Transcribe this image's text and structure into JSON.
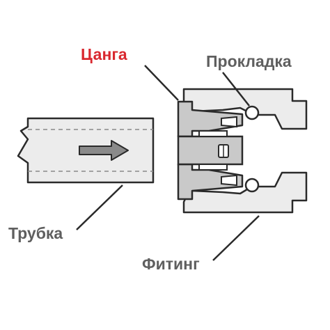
{
  "labels": {
    "collet": "Цанга",
    "gasket": "Прокладка",
    "tube": "Трубка",
    "fitting": "Фитинг"
  },
  "colors": {
    "label_grey": "#5f5f5f",
    "label_red": "#d9282f",
    "outline": "#2a2a2a",
    "body_fill": "#ececec",
    "collet_fill": "#c9c9c9",
    "arrow_fill": "#8a8a8a"
  },
  "icons": {
    "flow_arrow": "arrow-right-icon"
  }
}
